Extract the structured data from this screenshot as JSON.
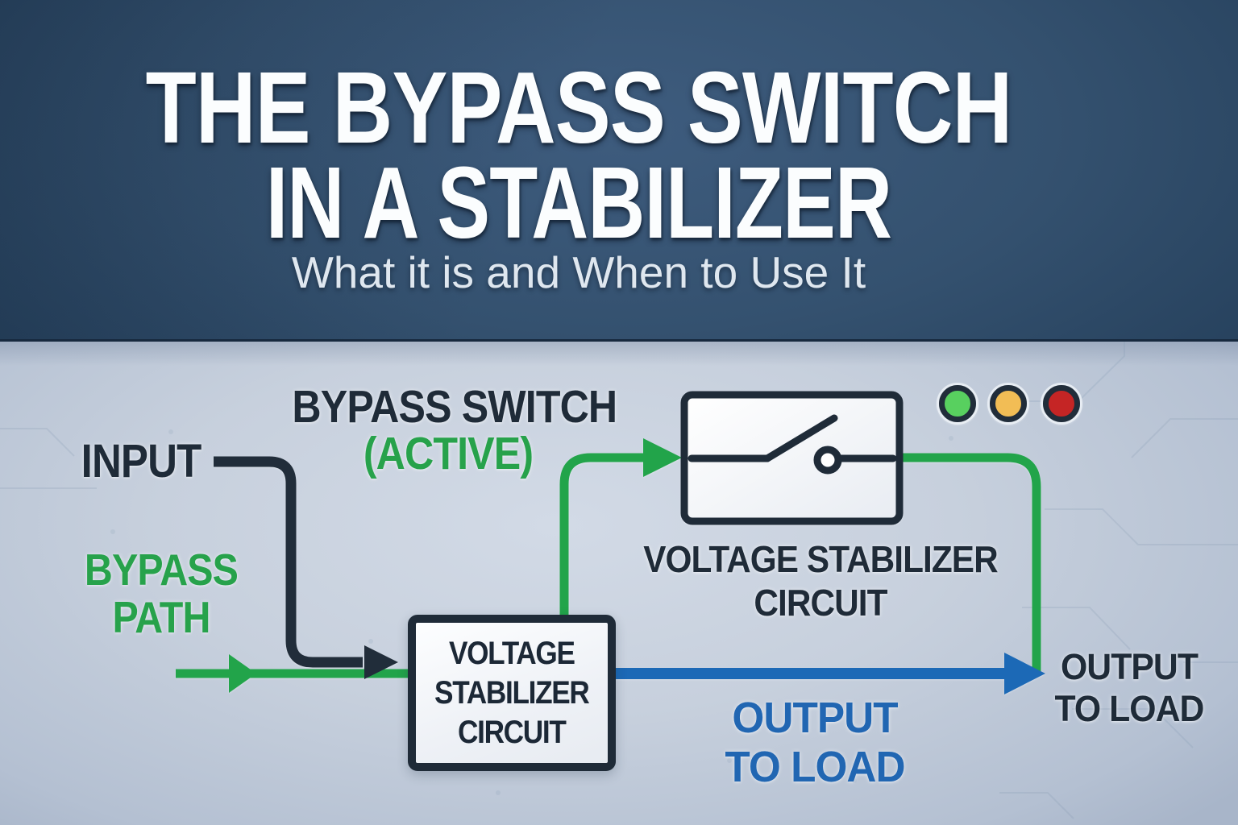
{
  "header": {
    "title_line1": "THE BYPASS SWITCH",
    "title_line2": "IN A STABILIZER",
    "subtitle": "What it is and When to Use It"
  },
  "diagram": {
    "labels": {
      "input": "INPUT",
      "bypass_path_line1": "BYPASS",
      "bypass_path_line2": "PATH",
      "bypass_switch": "BYPASS SWITCH",
      "bypass_switch_state": "(ACTIVE)",
      "switch_unit_line1": "VOLTAGE STABILIZER",
      "switch_unit_line2": "CIRCUIT",
      "stabilizer_box_line1": "VOLTAGE",
      "stabilizer_box_line2": "STABILIZER",
      "stabilizer_box_line3": "CIRCUIT",
      "output_blue_line1": "OUTPUT",
      "output_blue_line2": "TO LOAD",
      "output_right_line1": "OUTPUT",
      "output_right_line2": "TO LOAD"
    },
    "indicators": [
      {
        "name": "green",
        "color": "#58d05f"
      },
      {
        "name": "amber",
        "color": "#f2bd55"
      },
      {
        "name": "red",
        "color": "#c52525"
      }
    ],
    "colors": {
      "bypass_green": "#22a44a",
      "output_blue": "#1c69b6",
      "line_dark": "#1f2b38",
      "blue_text": "#2166b2",
      "green_text": "#27a24b"
    }
  }
}
